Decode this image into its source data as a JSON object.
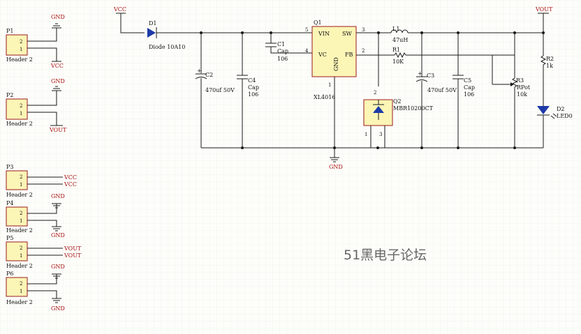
{
  "watermark": "51黑电子论坛",
  "headers": [
    {
      "ref": "P1",
      "type": "Header 2",
      "pin2": "2",
      "pin1": "1",
      "net_top": "GND",
      "net_bottom": "VCC"
    },
    {
      "ref": "P2",
      "type": "Header 2",
      "pin2": "2",
      "pin1": "1",
      "net_top": "GND",
      "net_bottom": "VOUT"
    },
    {
      "ref": "P3",
      "type": "Header 2",
      "pin2": "2",
      "pin1": "1",
      "net_top": "VCC",
      "net_bottom": "VCC"
    },
    {
      "ref": "P4",
      "type": "Header 2",
      "pin2": "2",
      "pin1": "1",
      "net_top": "GND",
      "net_bottom": "GND"
    },
    {
      "ref": "P5",
      "type": "Header 2",
      "pin2": "2",
      "pin1": "1",
      "net_top": "VOUT",
      "net_bottom": "VOUT"
    },
    {
      "ref": "P6",
      "type": "Header 2",
      "pin2": "2",
      "pin1": "1",
      "net_top": "GND",
      "net_bottom": "GND"
    }
  ],
  "main": {
    "vcc_label": "VCC",
    "vout_label": "VOUT",
    "gnd_label": "GND",
    "d1": {
      "ref": "D1",
      "value": "Diode 10A10"
    },
    "c2": {
      "ref": "C2",
      "value": "470uf 50V"
    },
    "c4": {
      "ref": "C4",
      "value1": "Cap",
      "value2": "106"
    },
    "c1": {
      "ref": "C1",
      "value1": "Cap",
      "value2": "106"
    },
    "q1": {
      "ref": "Q1",
      "part": "XL4016",
      "vin": "VIN",
      "sw": "SW",
      "vc": "VC",
      "fb": "FB",
      "gnd": "GND",
      "pin_vin": "5",
      "pin_vc": "4",
      "pin_sw": "3",
      "pin_fb": "2",
      "pin_gnd": "1"
    },
    "l1": {
      "ref": "L1",
      "value": "47uH"
    },
    "r1": {
      "ref": "R1",
      "value": "10K"
    },
    "q2": {
      "ref": "Q2",
      "part": "MBR10200CT",
      "pin1": "1",
      "pin2": "2",
      "pin3": "3"
    },
    "c3": {
      "ref": "C3",
      "value": "470uf 50V"
    },
    "c5": {
      "ref": "C5",
      "value1": "Cap",
      "value2": "106"
    },
    "r3": {
      "ref": "R3",
      "value1": "RPot",
      "value2": "10k"
    },
    "r2": {
      "ref": "R2",
      "value": "1k"
    },
    "d2": {
      "ref": "D2",
      "value": "LED0"
    }
  }
}
